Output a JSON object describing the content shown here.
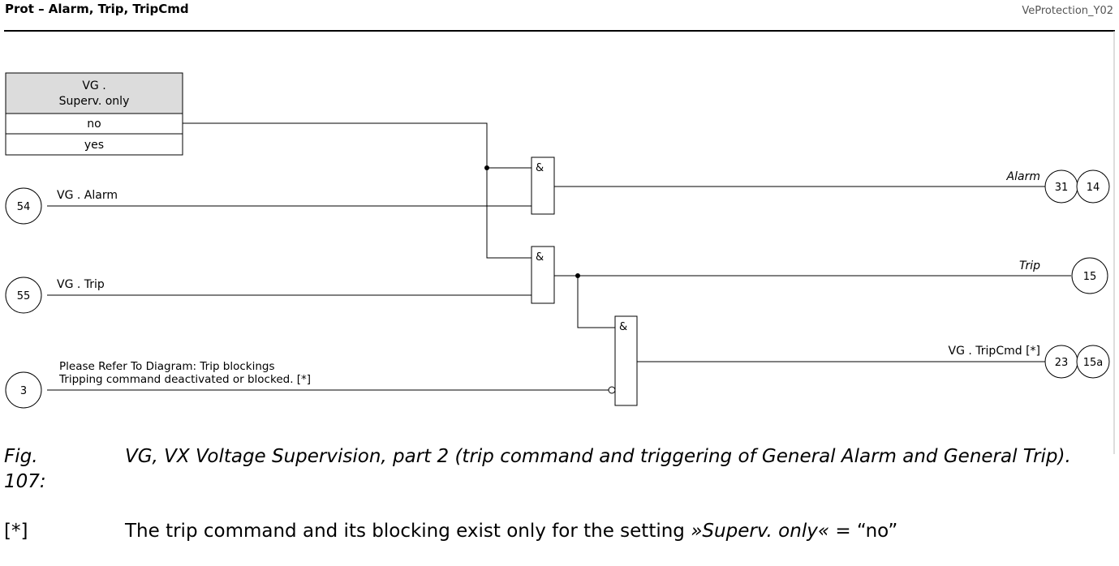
{
  "header": {
    "title": "Prot – Alarm, Trip, TripCmd",
    "diagram_id": "VeProtection_Y02"
  },
  "setting_table": {
    "name_line1": "VG .",
    "name_line2": "Superv. only",
    "options": [
      "no",
      "yes"
    ]
  },
  "inputs": {
    "alarm": {
      "node": "54",
      "label": "VG . Alarm"
    },
    "trip": {
      "node": "55",
      "label": "VG . Trip"
    },
    "block": {
      "node": "3",
      "label_line1": "Please Refer To Diagram: Trip blockings",
      "label_line2": "Tripping command deactivated or blocked. [*]"
    }
  },
  "gates": {
    "gate1": "&",
    "gate2": "&",
    "gate3": "&"
  },
  "outputs": {
    "alarm": {
      "label": "Alarm",
      "nodes": [
        "31",
        "14"
      ]
    },
    "trip": {
      "label": "Trip",
      "nodes": [
        "15"
      ]
    },
    "tripcmd": {
      "label": "VG . TripCmd [*]",
      "nodes": [
        "23",
        "15a"
      ]
    }
  },
  "caption": {
    "number": "Fig. 107:",
    "text": "VG, VX Voltage Supervision, part 2 (trip command and triggering of General Alarm and General Trip)."
  },
  "note": {
    "marker": "[*]",
    "text_before": "The trip command and its blocking exist only for the setting ",
    "setting_name": "»Superv. only«",
    "text_after": " = “no”"
  }
}
